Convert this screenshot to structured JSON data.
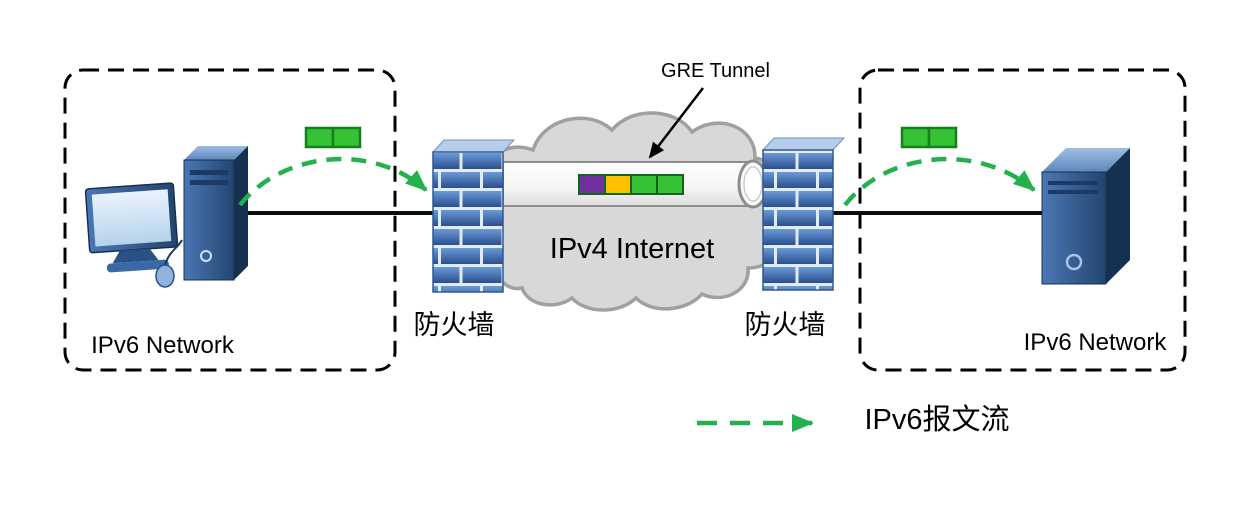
{
  "labels": {
    "left_network": "IPv6 Network",
    "right_network": "IPv6 Network",
    "left_firewall": "防火墙",
    "right_firewall": "防火墙",
    "cloud": "IPv4 Internet",
    "gre_tunnel": "GRE Tunnel",
    "legend_flow": "IPv6报文流"
  },
  "icons": {
    "computer": "desktop-computer-icon",
    "server": "server-tower-icon",
    "firewall": "firewall-brick-wall-icon",
    "cloud": "internet-cloud-icon",
    "tunnel": "tunnel-pipe-icon",
    "ipv6_packet": "green-two-cell-packet-icon",
    "encapsulated_packet": "gre-encapsulated-packet-icon",
    "flow_arrow": "green-dashed-arrow-icon"
  },
  "colors": {
    "flow_green": "#22b14c",
    "packet_green": "#35c235",
    "packet_purple": "#7030a0",
    "packet_yellow": "#ffc000",
    "firewall_blue": "#3f6fb5",
    "device_blue": "#2f5e9e",
    "cloud_gray": "#d8d8d8"
  }
}
